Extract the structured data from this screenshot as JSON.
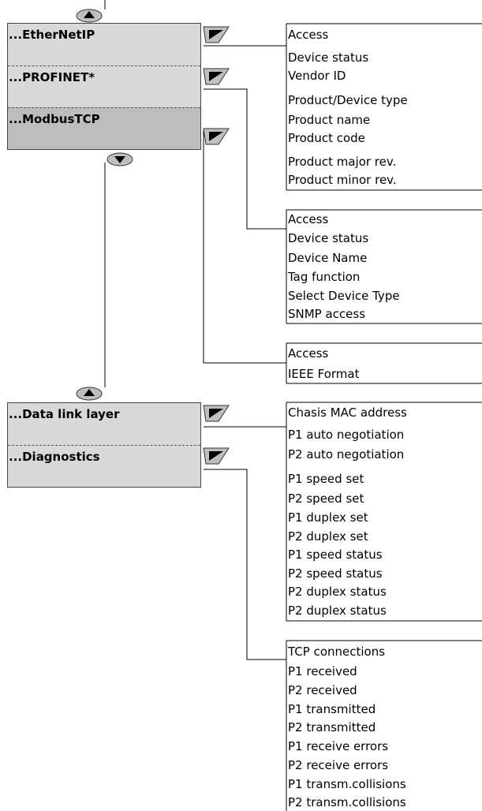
{
  "menus": [
    {
      "items": [
        {
          "label": "...EtherNetIP",
          "selected": false
        },
        {
          "label": "...PROFINET*",
          "selected": false
        },
        {
          "label": "...ModbusTCP",
          "selected": true
        }
      ]
    },
    {
      "items": [
        {
          "label": "...Data link layer",
          "selected": false
        },
        {
          "label": "...Diagnostics",
          "selected": false
        }
      ]
    }
  ],
  "lists": [
    {
      "items": [
        "Access",
        "Device status",
        "Vendor ID",
        "Product/Device type",
        "Product name",
        "Product code",
        "Product major rev.",
        "Product minor rev."
      ]
    },
    {
      "items": [
        "Access",
        "Device status",
        "Device Name",
        "Tag function",
        "Select Device Type",
        "SNMP access"
      ]
    },
    {
      "items": [
        "Access",
        "IEEE Format"
      ]
    },
    {
      "items": [
        "Chasis MAC address",
        "P1 auto negotiation",
        "P2 auto negotiation",
        "P1 speed set",
        "P2 speed set",
        "P1 duplex set",
        "P2 duplex set",
        "P1 speed status",
        "P2 speed status",
        "P2 duplex status",
        "P2 duplex status"
      ]
    },
    {
      "items": [
        "TCP connections",
        "P1 received",
        "P2 received",
        "P1 transmitted",
        "P2 transmitted",
        "P1 receive errors",
        "P2 receive errors",
        "P1 transm.collisions",
        "P2 transm.collisions"
      ]
    }
  ],
  "icons": {
    "up": "scroll-up-arrow-icon",
    "down": "scroll-down-arrow-icon",
    "enter": "enter-key-icon"
  },
  "colors": {
    "menu_bg": "#d9d9d9",
    "menu_selected_bg": "#bdbdbd",
    "icon_fill": "#bfbfbf",
    "line": "#000000"
  }
}
